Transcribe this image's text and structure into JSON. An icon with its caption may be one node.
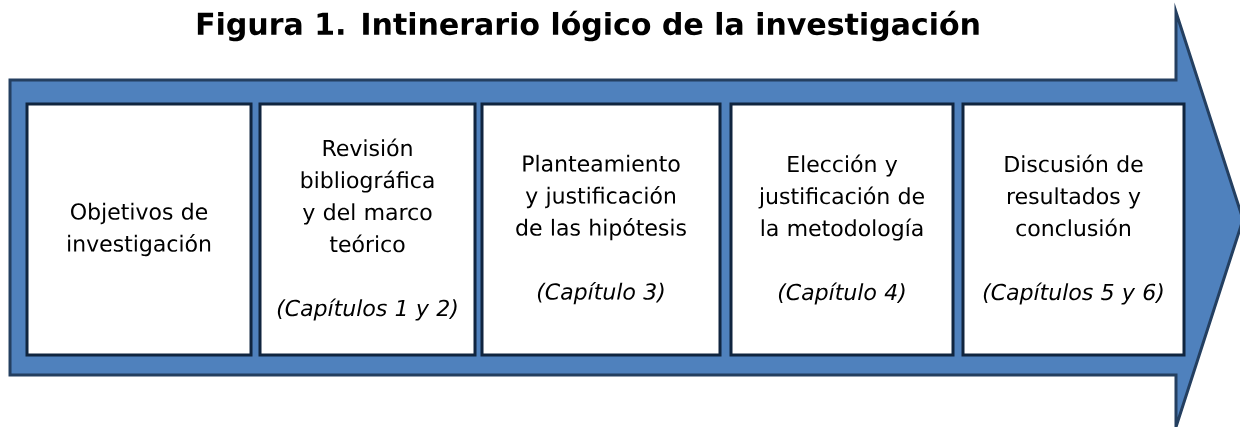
{
  "diagram": {
    "title": "Figura 1. Intinerario lógico de la investigación",
    "nodes": [
      {
        "text": [],
        "shape": "arrow"
      },
      {
        "text": [
          "Objetivos de investigación"
        ],
        "in": 0
      },
      {
        "text": [
          "Revisión bibliográfica y del marco teórico",
          "(Capítulos 1 y 2)"
        ],
        "in": 0
      },
      {
        "text": [
          "Planteamiento y justificación de las hipótesis",
          "(Capítulo 3)"
        ],
        "in": 0
      },
      {
        "text": [
          "Elección y justificación de la metodología",
          "(Capítulo 4)"
        ],
        "in": 0
      },
      {
        "text": [
          "Discusión de resultados y conclusión",
          "(Capítulos 5 y 6)"
        ],
        "in": 0
      }
    ]
  }
}
